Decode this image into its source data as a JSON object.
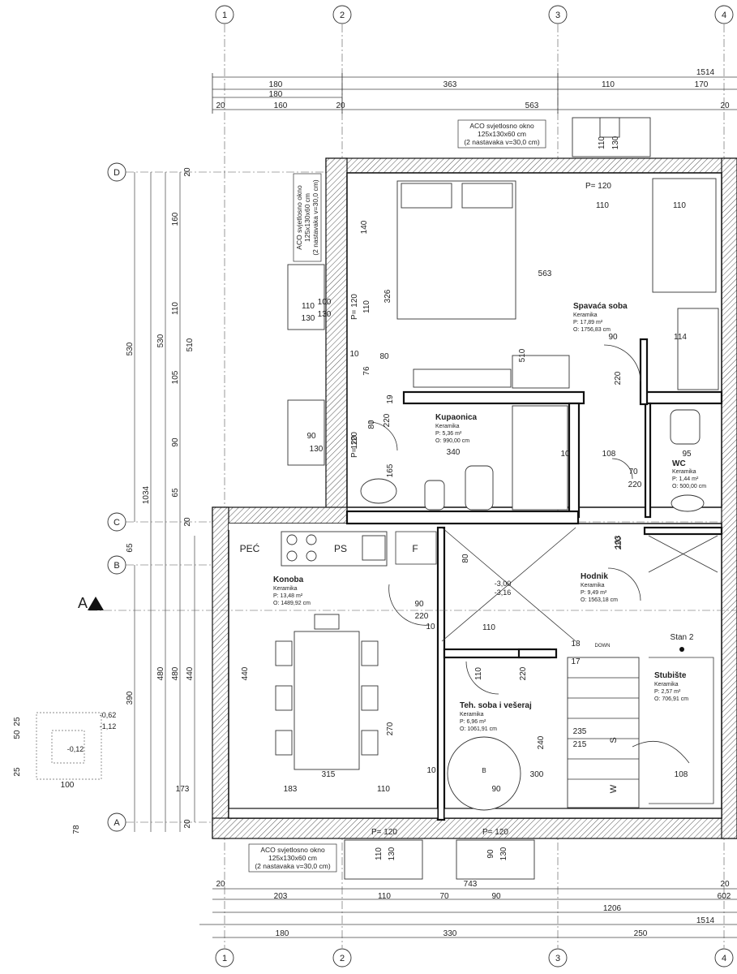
{
  "axes_top": [
    "1",
    "2",
    "3",
    "4"
  ],
  "axes_left": [
    "D",
    "C",
    "B",
    "A"
  ],
  "section_marker": "A",
  "dims_top": {
    "total": "1514",
    "row1": [
      "180",
      "363",
      "110",
      "170"
    ],
    "row2": "180",
    "row3": [
      "20",
      "160",
      "20",
      "563",
      "20"
    ]
  },
  "dims_bottom": {
    "row1": [
      "20",
      "743",
      "20"
    ],
    "row2": [
      "203",
      "110",
      "70",
      "90",
      "602"
    ],
    "row3": "1206",
    "row4": "1514",
    "row5": [
      "180",
      "330",
      "250"
    ]
  },
  "dims_left": {
    "total": "1034",
    "upper": "530",
    "upper2": "530",
    "parts": [
      "20",
      "160",
      "110",
      "105",
      "90",
      "65",
      "20",
      "510",
      "65"
    ],
    "lower": [
      "390",
      "480",
      "480",
      "440",
      "20"
    ]
  },
  "rooms": [
    {
      "name": "Spavaća soba",
      "floor": "Keramika",
      "area": "P: 17,89 m²",
      "perimeter": "O: 1756,83 cm"
    },
    {
      "name": "Kupaonica",
      "floor": "Keramika",
      "area": "P: 5,36 m²",
      "perimeter": "O: 990,00 cm"
    },
    {
      "name": "WC",
      "floor": "Keramika",
      "area": "P: 1,44 m²",
      "perimeter": "O: 500,00 cm"
    },
    {
      "name": "Hodnik",
      "floor": "Keramika",
      "area": "P: 9,49 m²",
      "perimeter": "O: 1563,18 cm"
    },
    {
      "name": "Konoba",
      "floor": "Keramika",
      "area": "P: 13,48 m²",
      "perimeter": "O: 1489,92 cm"
    },
    {
      "name": "Teh. soba i vešeraj",
      "floor": "Keramika",
      "area": "P: 6,96 m²",
      "perimeter": "O: 1061,91 cm"
    },
    {
      "name": "Stubište",
      "floor": "Keramika",
      "area": "P: 2,57 m²",
      "perimeter": "O: 706,91 cm"
    }
  ],
  "aco_note": {
    "line1": "ACO svjetlosno okno",
    "line2": "125x130x60 cm",
    "line3": "(2 nastavaka v=30,0 cm)"
  },
  "labels": {
    "pec": "PEĆ",
    "ps": "PS",
    "f": "F",
    "stan2": "Stan 2",
    "down": "DOWN",
    "b": "B",
    "s": "S",
    "w": "W",
    "lvl1": "-3,00",
    "lvl2": "-3,16",
    "lvl3": "-0,62",
    "lvl4": "-1,12",
    "lvl5": "-0,12",
    "p120": "P= 120"
  },
  "inner_dims": [
    "140",
    "326",
    "563",
    "110",
    "110",
    "114",
    "90",
    "220",
    "510",
    "76",
    "80",
    "10",
    "19",
    "120",
    "110",
    "80",
    "220",
    "340",
    "165",
    "10",
    "108",
    "95",
    "70",
    "220",
    "103",
    "220",
    "80",
    "90",
    "220",
    "10",
    "110",
    "110",
    "220",
    "440",
    "270",
    "315",
    "183",
    "110",
    "300",
    "90",
    "240",
    "235",
    "215",
    "108",
    "10",
    "100",
    "50",
    "25",
    "25",
    "78",
    "173",
    "100",
    "130",
    "90",
    "130",
    "110",
    "130",
    "110",
    "130",
    "90",
    "130",
    "110",
    "130",
    "18",
    "17"
  ]
}
